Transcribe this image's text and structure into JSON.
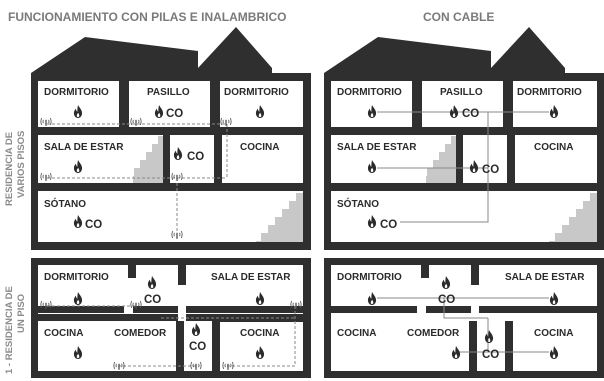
{
  "headers": {
    "left": "FUNCIONAMIENTO CON PILAS E INALAMBRICO",
    "right": "CON CABLE"
  },
  "side_labels": {
    "multi_line1": "RESIDENCIA DE",
    "multi_line2": "VARIOS PISOS",
    "single_line1": "1 - RESIDENCIA DE",
    "single_line2": "UN PISO"
  },
  "rooms": {
    "dormitorio": "DORMITORIO",
    "pasillo": "PASILLO",
    "sala_de_estar": "SALA DE ESTAR",
    "cocina": "COCINA",
    "sotano": "SÓTANO",
    "comedor": "COMEDOR"
  },
  "co_label": "CO",
  "colors": {
    "wall": "#2f2f2f",
    "stairs": "#c8c8c8",
    "header_text": "#7a7a7a",
    "wire": "#8a8a8a"
  },
  "icons": [
    "smoke-alarm-flame-icon",
    "wireless-signal-icon",
    "stairs-icon"
  ]
}
